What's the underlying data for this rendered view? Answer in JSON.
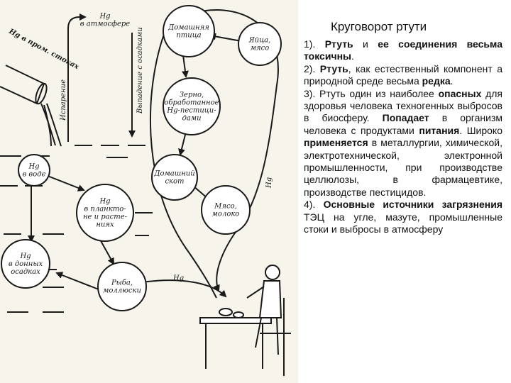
{
  "diagram": {
    "nodes": [
      {
        "id": "n-hg-atm",
        "lines": [
          "Hg",
          "в атмосфере"
        ]
      },
      {
        "id": "n-poultry",
        "lines": [
          "Домашняя",
          "птица"
        ]
      },
      {
        "id": "n-eggs",
        "lines": [
          "Яйца,",
          "мясо"
        ]
      },
      {
        "id": "n-grain",
        "lines": [
          "Зерно,",
          "обработанное",
          "Hg-пестици-",
          "дами"
        ]
      },
      {
        "id": "n-livestock",
        "lines": [
          "Домашний",
          "скот"
        ]
      },
      {
        "id": "n-meat",
        "lines": [
          "Мясо,",
          "молоко"
        ]
      },
      {
        "id": "n-hg-water",
        "lines": [
          "Hg",
          "в воде"
        ]
      },
      {
        "id": "n-plankton",
        "lines": [
          "Hg",
          "в планкто-",
          "не и расте-",
          "ниях"
        ]
      },
      {
        "id": "n-sediment",
        "lines": [
          "Hg",
          "в донных",
          "осадках"
        ]
      },
      {
        "id": "n-fish",
        "lines": [
          "Рыба,",
          "моллюски"
        ]
      }
    ],
    "labels": {
      "industrial": "Hg в пром. стоках",
      "evaporation": "Испарение",
      "fallout": "Выпадение с осадками",
      "hg_right": "Hg",
      "hg_bottom": "Hg"
    }
  },
  "panel": {
    "title": "Круговорот ртути",
    "paragraphs": [
      [
        {
          "t": "1). "
        },
        {
          "t": "Ртуть",
          "b": true
        },
        {
          "t": " и "
        },
        {
          "t": "ее соединения весьма токсичны",
          "b": true
        },
        {
          "t": "."
        }
      ],
      [
        {
          "t": "2). "
        },
        {
          "t": "Ртуть",
          "b": true
        },
        {
          "t": ", как естественный компонент а природной среде весьма "
        },
        {
          "t": "редка",
          "b": true
        },
        {
          "t": "."
        }
      ],
      [
        {
          "t": "3). Ртуть один из наиболее "
        },
        {
          "t": "опасных",
          "b": true
        },
        {
          "t": " для здоровья человека техногенных выбросов в биосферу. "
        },
        {
          "t": "Попадает",
          "b": true
        },
        {
          "t": " в организм человека с продуктами "
        },
        {
          "t": "питания",
          "b": true
        },
        {
          "t": ". Широко "
        },
        {
          "t": "применяется",
          "b": true
        },
        {
          "t": " в металлургии, химической, электротехнической, электронной промышленности, при производстве целлюлозы, в фармацевтике, производстве пестицидов."
        }
      ],
      [
        {
          "t": "4). "
        },
        {
          "t": "Основные источники загрязнения",
          "b": true
        },
        {
          "t": " ТЭЦ на угле, мазуте, промышленные стоки и выбросы в атмосферу"
        }
      ]
    ]
  }
}
